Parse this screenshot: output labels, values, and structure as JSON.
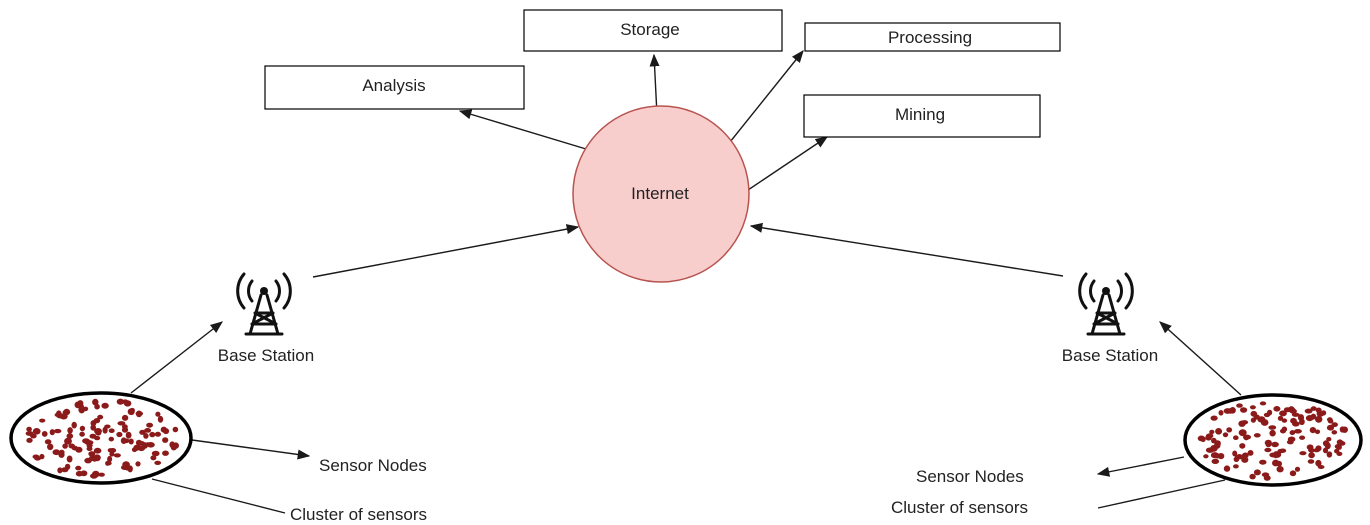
{
  "hub": {
    "label": "Internet",
    "fill": "#f8cecc",
    "stroke": "#b85450"
  },
  "services": [
    {
      "id": "analysis",
      "label": "Analysis"
    },
    {
      "id": "storage",
      "label": "Storage"
    },
    {
      "id": "processing",
      "label": "Processing"
    },
    {
      "id": "mining",
      "label": "Mining"
    }
  ],
  "left": {
    "base_station_label": "Base Station",
    "sensor_nodes_label": "Sensor Nodes",
    "cluster_label": "Cluster of sensors"
  },
  "right": {
    "base_station_label": "Base Station",
    "sensor_nodes_label": "Sensor Nodes",
    "cluster_label": "Cluster of sensors"
  },
  "colors": {
    "sensor_dot": "#8b1a1a",
    "line": "#1a1a1a"
  },
  "icons": {
    "base_station": "radio-tower-icon"
  }
}
